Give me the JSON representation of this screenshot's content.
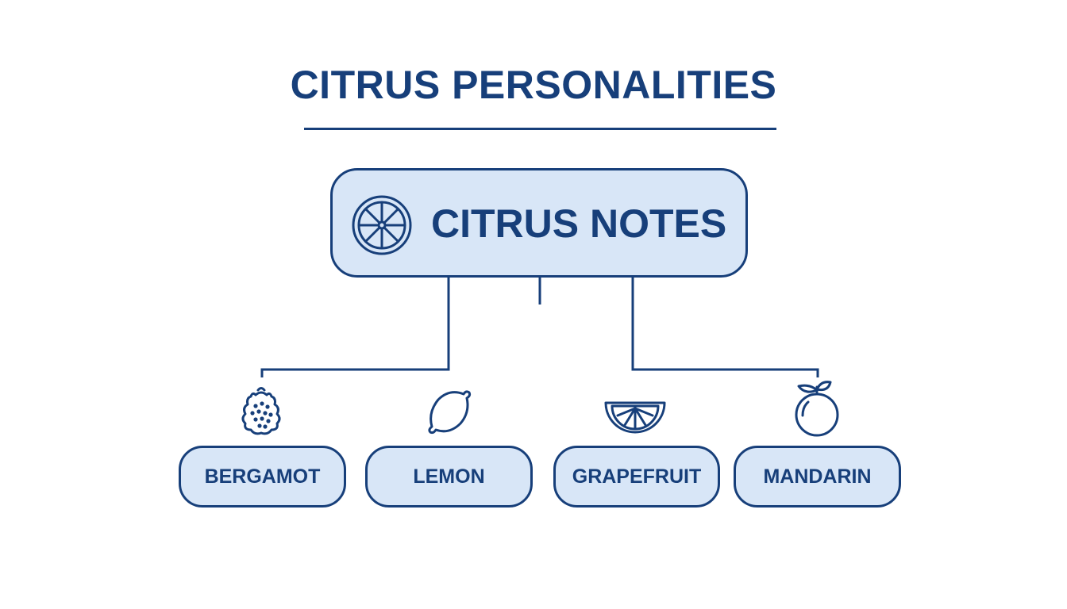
{
  "title": "CITRUS PERSONALITIES",
  "root": {
    "label": "CITRUS NOTES",
    "icon": "citrus-slice-icon"
  },
  "children": [
    {
      "label": "BERGAMOT",
      "icon": "bergamot-icon"
    },
    {
      "label": "LEMON",
      "icon": "lemon-icon"
    },
    {
      "label": "GRAPEFRUIT",
      "icon": "grapefruit-slice-icon"
    },
    {
      "label": "MANDARIN",
      "icon": "mandarin-icon"
    }
  ],
  "colors": {
    "primary": "#173f7a",
    "box_fill": "#d8e6f7",
    "background": "#ffffff"
  }
}
